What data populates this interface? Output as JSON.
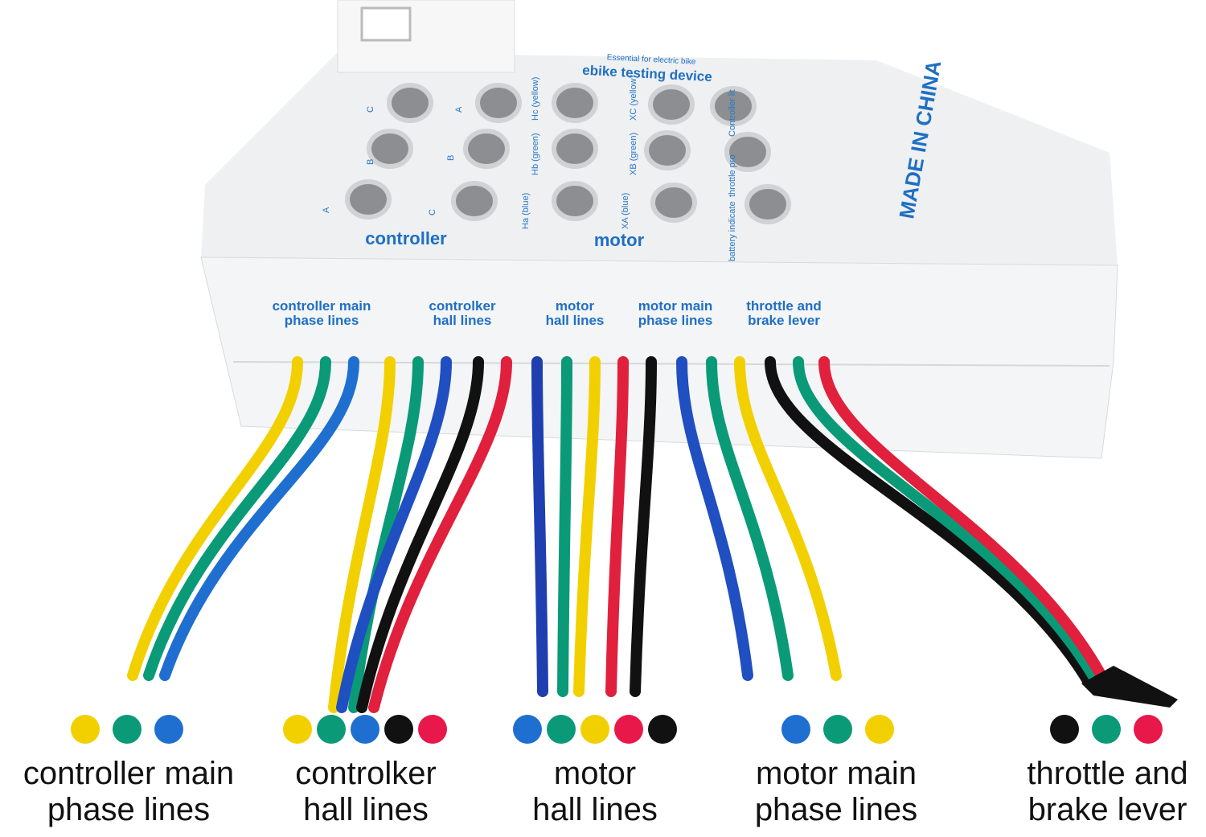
{
  "device": {
    "subtitle": "Essential for electric bike",
    "title": "ebike testing device",
    "made_in": "MADE IN CHINA",
    "panel_controller": "controller",
    "panel_motor": "motor",
    "led_labels": [
      "A",
      "B",
      "C",
      "C",
      "B",
      "A",
      "Ha (blue)",
      "Hb (green)",
      "Hc (yellow)",
      "XA (blue)",
      "XB (green)",
      "XC (yellow)",
      "battery indicate",
      "throttle pro",
      "Controller lit"
    ]
  },
  "port_labels": [
    {
      "line1": "controller main",
      "line2": "phase lines"
    },
    {
      "line1": "controlker",
      "line2": "hall lines"
    },
    {
      "line1": "motor",
      "line2": "hall lines"
    },
    {
      "line1": "motor main",
      "line2": "phase lines"
    },
    {
      "line1": "throttle and",
      "line2": "brake lever"
    }
  ],
  "wire_colors": [
    "#f2d000",
    "#0a9a78",
    "#1f6fd0",
    "#f2d000",
    "#0a9a78",
    "#1f4fc0",
    "#111111",
    "#e0203c",
    "#1f3fb0",
    "#0a9a78",
    "#f2d000",
    "#e0203c",
    "#111111",
    "#1f4fc0",
    "#0a9a78",
    "#f2d000",
    "#111111",
    "#0a9a78",
    "#e0203c"
  ],
  "legend": [
    {
      "line1": "controller main",
      "line2": "phase lines",
      "colors": [
        "#f2d000",
        "#0a9a78",
        "#1f6fd0"
      ]
    },
    {
      "line1": "controlker",
      "line2": "hall lines",
      "colors": [
        "#f2d000",
        "#0a9a78",
        "#1f6fd0",
        "#111111",
        "#e8194a"
      ]
    },
    {
      "line1": "motor",
      "line2": "hall lines",
      "colors": [
        "#1f6fd0",
        "#0a9a78",
        "#f2d000",
        "#e8194a",
        "#111111"
      ]
    },
    {
      "line1": "motor main",
      "line2": "phase lines",
      "colors": [
        "#1f6fd0",
        "#0a9a78",
        "#f2d000"
      ]
    },
    {
      "line1": "throttle and",
      "line2": "brake lever",
      "colors": [
        "#111111",
        "#0a9a78",
        "#e8194a"
      ]
    }
  ]
}
